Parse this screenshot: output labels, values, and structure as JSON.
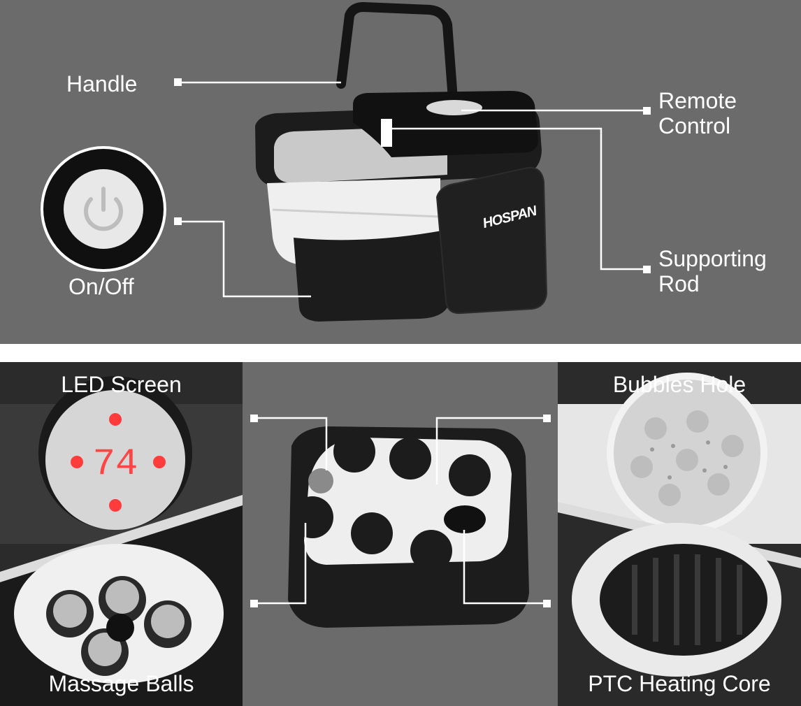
{
  "top": {
    "labels": {
      "handle": "Handle",
      "on_off": "On/Off",
      "remote_control": "Remote\nControl",
      "supporting_rod": "Supporting\nRod"
    },
    "brand_logo": "HOSPAN"
  },
  "bottom": {
    "led_screen": {
      "title": "LED Screen",
      "display_value": "74"
    },
    "massage_balls": {
      "title": "Massage Balls"
    },
    "bubbles_hole": {
      "title": "Bubbles Hole"
    },
    "ptc_heating_core": {
      "title": "PTC Heating Core"
    }
  },
  "colors": {
    "panel_gray": "#6b6b6b",
    "tile_dark": "#2b2b2b",
    "device_black": "#1c1c1c",
    "device_white": "#eeeeee",
    "led_red": "#ff3b3b"
  },
  "icons": [
    "power-icon"
  ]
}
